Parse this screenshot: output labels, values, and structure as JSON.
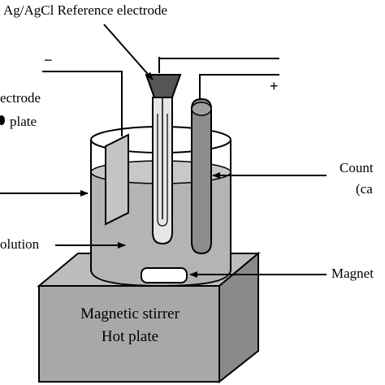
{
  "labels": {
    "reference_electrode": "Ag/AgCl Reference electrode",
    "working_electrode_line1": "ectrode",
    "working_electrode_line2": "plate",
    "counter_electrode_line1": "Count",
    "counter_electrode_line2": "(ca",
    "solution": "olution",
    "magnet": "Magnet",
    "stirrer_line1": "Magnetic stirrer",
    "stirrer_line2": "Hot plate",
    "minus_sign": "−",
    "plus_sign": "+"
  },
  "colors": {
    "solution_gray": "#b4b4b4",
    "stirrer_front": "#a8a8a8",
    "stirrer_top": "#bdbdbd",
    "stirrer_side": "#8a8a8a",
    "reference_cap": "#555555",
    "counter_rod": "#8c8c8c",
    "outline": "#000000"
  }
}
